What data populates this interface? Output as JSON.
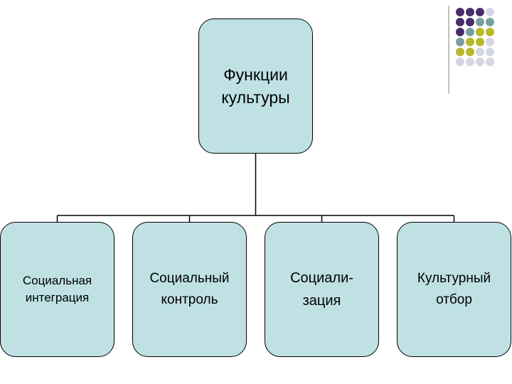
{
  "root": {
    "label": "Функции\nкультуры"
  },
  "children": [
    {
      "label": "Социальная\nинтеграция"
    },
    {
      "label": "Социальный\nконтроль"
    },
    {
      "label": "Социали-\nзация"
    },
    {
      "label": "Культурный\nотбор"
    }
  ],
  "colors": {
    "node_fill": "#bfe1e4",
    "line": "#000000",
    "dot_purple": "#4a2c6b",
    "dot_teal": "#7a9e9f",
    "dot_olive": "#b7b82a",
    "dot_light": "#d4d6e3"
  },
  "decoration": {
    "dot_grid": [
      [
        "dot_purple",
        "dot_purple",
        "dot_purple",
        "dot_light"
      ],
      [
        "dot_purple",
        "dot_purple",
        "dot_teal",
        "dot_teal"
      ],
      [
        "dot_purple",
        "dot_teal",
        "dot_olive",
        "dot_olive"
      ],
      [
        "dot_teal",
        "dot_olive",
        "dot_olive",
        "dot_light"
      ],
      [
        "dot_olive",
        "dot_olive",
        "dot_light",
        "dot_light"
      ],
      [
        "dot_light",
        "dot_light",
        "dot_light",
        "dot_light"
      ]
    ]
  }
}
